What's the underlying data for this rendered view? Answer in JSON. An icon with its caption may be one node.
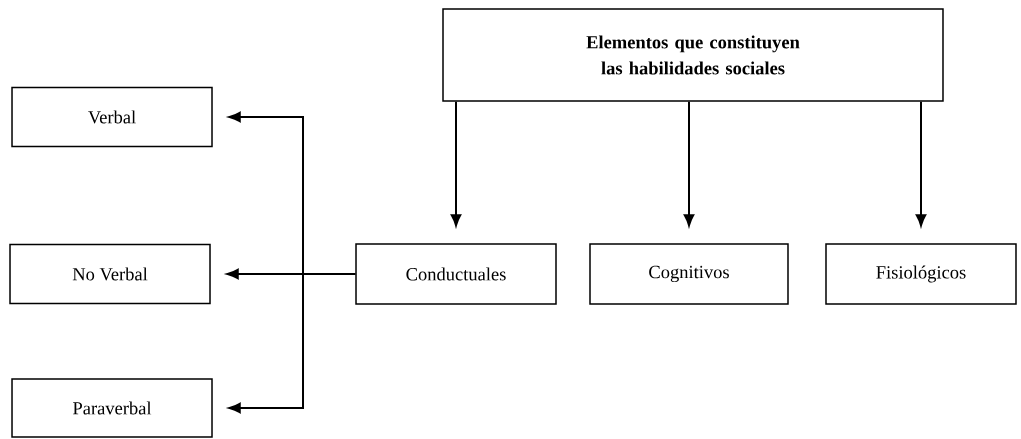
{
  "diagram": {
    "nodes": [
      {
        "text": [
          "Elementos que constituyen las habilidades sociales"
        ]
      },
      {
        "text": [
          "Verbal"
        ]
      },
      {
        "text": [
          "No Verbal"
        ]
      },
      {
        "text": [
          "Paraverbal"
        ]
      },
      {
        "text": [
          "Conductuales"
        ]
      },
      {
        "text": [
          "Cognitivos"
        ]
      },
      {
        "text": [
          "Fisiológicos"
        ]
      }
    ],
    "edges": [
      {
        "from": 0,
        "to": 4,
        "arrow": "to"
      },
      {
        "from": 0,
        "to": 5,
        "arrow": "to"
      },
      {
        "from": 0,
        "to": 6,
        "arrow": "to"
      },
      {
        "from": 4,
        "to": 1,
        "arrow": "to"
      },
      {
        "from": 4,
        "to": 2,
        "arrow": "to"
      },
      {
        "from": 4,
        "to": 3,
        "arrow": "to"
      }
    ]
  }
}
